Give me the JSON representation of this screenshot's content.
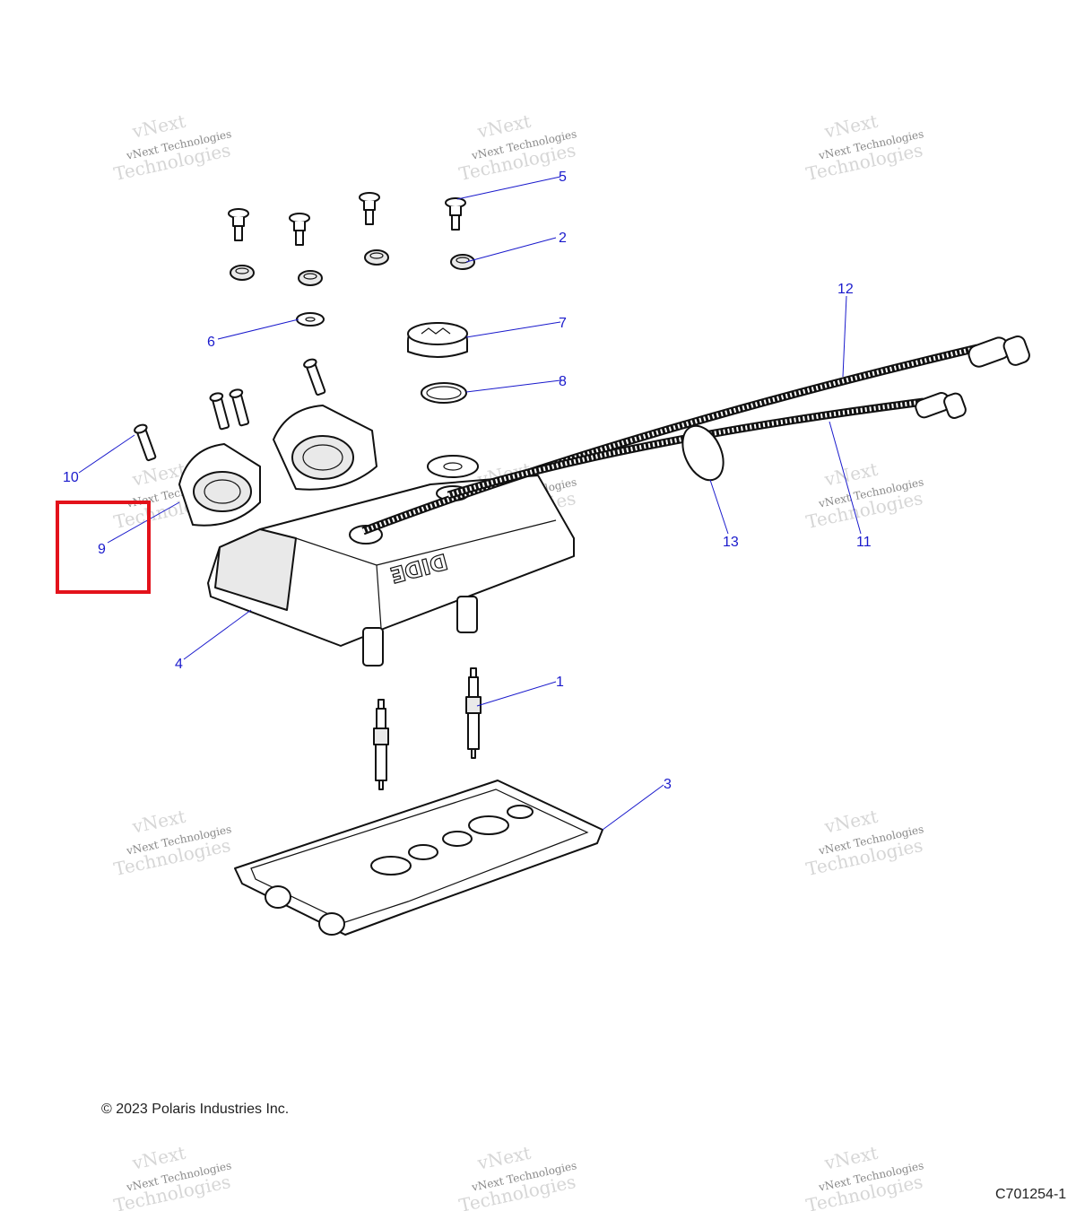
{
  "watermark": {
    "line1": "vNext",
    "line2": "vNext Technologies",
    "line3": "Technologies"
  },
  "callouts": [
    {
      "id": "1",
      "label": "1"
    },
    {
      "id": "2",
      "label": "2"
    },
    {
      "id": "3",
      "label": "3"
    },
    {
      "id": "4",
      "label": "4"
    },
    {
      "id": "5",
      "label": "5"
    },
    {
      "id": "6",
      "label": "6"
    },
    {
      "id": "7",
      "label": "7"
    },
    {
      "id": "8",
      "label": "8"
    },
    {
      "id": "9",
      "label": "9"
    },
    {
      "id": "10",
      "label": "10"
    },
    {
      "id": "11",
      "label": "11"
    },
    {
      "id": "12",
      "label": "12"
    },
    {
      "id": "13",
      "label": "13"
    }
  ],
  "highlighted_callout": "9",
  "colors": {
    "callout": "#1a1acc",
    "highlight": "#e3121b"
  },
  "footer": {
    "copyright": "© 2023 Polaris Industries Inc.",
    "figure_code": "C701254-1"
  }
}
